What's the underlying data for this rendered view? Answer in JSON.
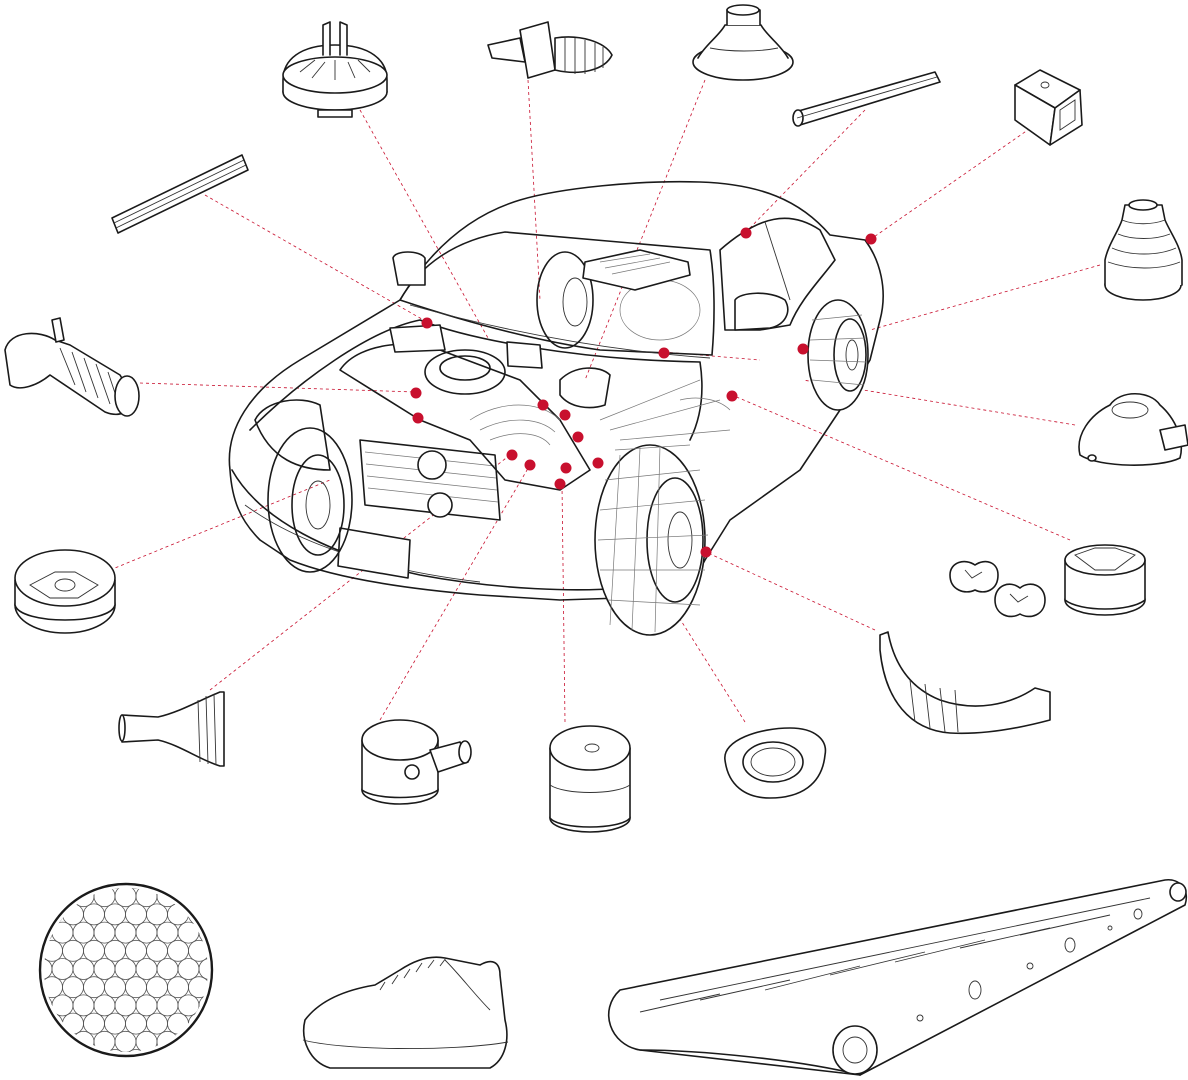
{
  "colors": {
    "accent": "#c8102e",
    "line": "#1a1a1a",
    "background": "#ffffff"
  },
  "illustration": {
    "subject_icon": "car-cutaway-icon"
  },
  "parts": [
    {
      "id": "engine-mount-top",
      "icon": "engine-mount-icon"
    },
    {
      "id": "air-intake-boot",
      "icon": "intake-boot-icon"
    },
    {
      "id": "cv-boot-top",
      "icon": "cv-boot-icon"
    },
    {
      "id": "weatherstrip-rod",
      "icon": "seal-strip-icon"
    },
    {
      "id": "door-stop-block",
      "icon": "door-stop-icon"
    },
    {
      "id": "wiper-blade-strip",
      "icon": "wiper-strip-icon"
    },
    {
      "id": "bellows-boot-right",
      "icon": "bellows-boot-icon"
    },
    {
      "id": "intake-hose",
      "icon": "intake-hose-icon"
    },
    {
      "id": "strut-mount-cap",
      "icon": "strut-cap-icon"
    },
    {
      "id": "exhaust-hangers",
      "icon": "exhaust-hanger-icon"
    },
    {
      "id": "torque-mount",
      "icon": "torque-mount-icon"
    },
    {
      "id": "mud-flap",
      "icon": "mud-flap-icon"
    },
    {
      "id": "steering-boot",
      "icon": "steering-boot-icon"
    },
    {
      "id": "spark-plug-boot",
      "icon": "plug-boot-icon"
    },
    {
      "id": "cylinder-bushing",
      "icon": "bushing-icon"
    },
    {
      "id": "spring-isolator",
      "icon": "spring-isolator-icon"
    },
    {
      "id": "honeycomb-mat",
      "icon": "honeycomb-mat-icon"
    },
    {
      "id": "sneaker",
      "icon": "sneaker-icon"
    },
    {
      "id": "conveyor-belt",
      "icon": "conveyor-belt-icon"
    }
  ]
}
